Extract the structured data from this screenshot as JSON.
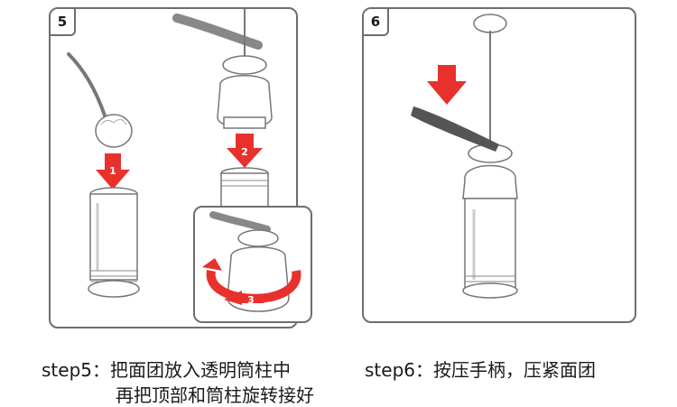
{
  "step5": {
    "number": "5",
    "caption_line1": "step5：把面团放入透明筒柱中",
    "caption_line2": "再把顶部和筒柱旋转接好",
    "arrow1_label": "1",
    "arrow2_label": "2",
    "arrow3_label": "3"
  },
  "step6": {
    "number": "6",
    "caption": "step6：按压手柄，压紧面团"
  },
  "colors": {
    "arrow_red": "#e8312d",
    "line": "#6e6e6e",
    "handle": "#555555"
  }
}
